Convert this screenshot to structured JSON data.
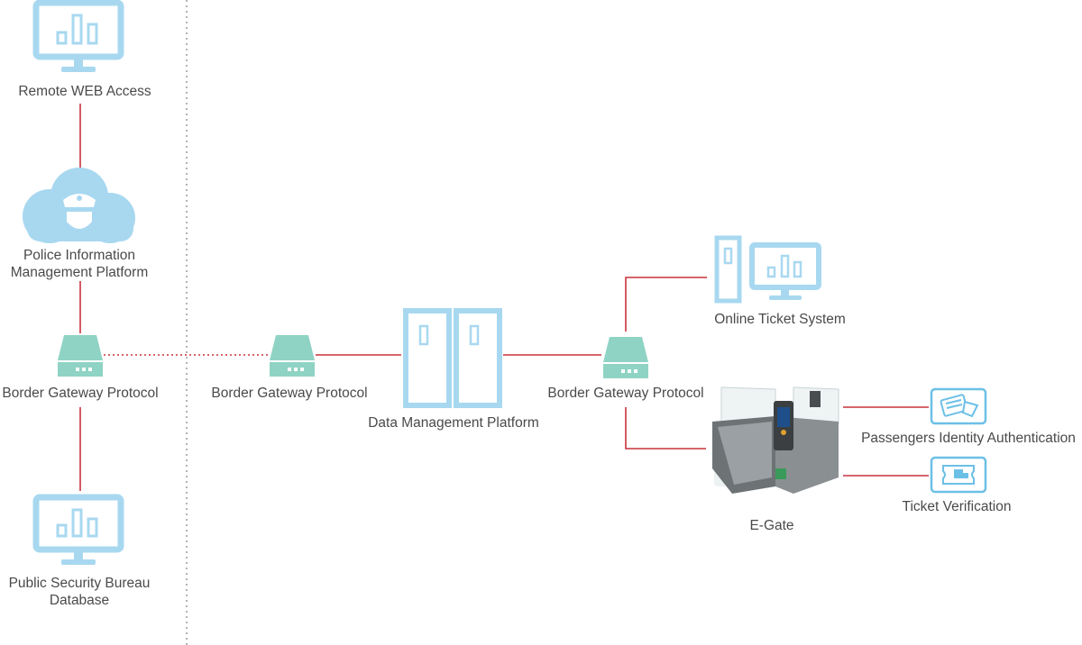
{
  "nodes": {
    "remote_web": {
      "label": "Remote WEB Access"
    },
    "police_platform": {
      "label_line1": "Police Information",
      "label_line2": "Management Platform"
    },
    "bgp_left": {
      "label": "Border Gateway Protocol"
    },
    "psb_database": {
      "label_line1": "Public Security Bureau",
      "label_line2": "Database"
    },
    "bgp_middle": {
      "label": "Border Gateway Protocol"
    },
    "data_platform": {
      "label": "Data Management Platform"
    },
    "bgp_right": {
      "label": "Border Gateway Protocol"
    },
    "online_ticket": {
      "label": "Online Ticket System"
    },
    "egate": {
      "label": "E-Gate"
    },
    "identity_auth": {
      "label": "Passengers Identity Authentication"
    },
    "ticket_verify": {
      "label": "Ticket Verification"
    }
  },
  "colors": {
    "icon_blue": "#a8d8f0",
    "icon_stroke": "#7cc3ea",
    "router_green": "#8fd3c4",
    "link_red": "#c8323c",
    "divider_gray": "#9a9a9a",
    "text": "#4a4a4a"
  }
}
